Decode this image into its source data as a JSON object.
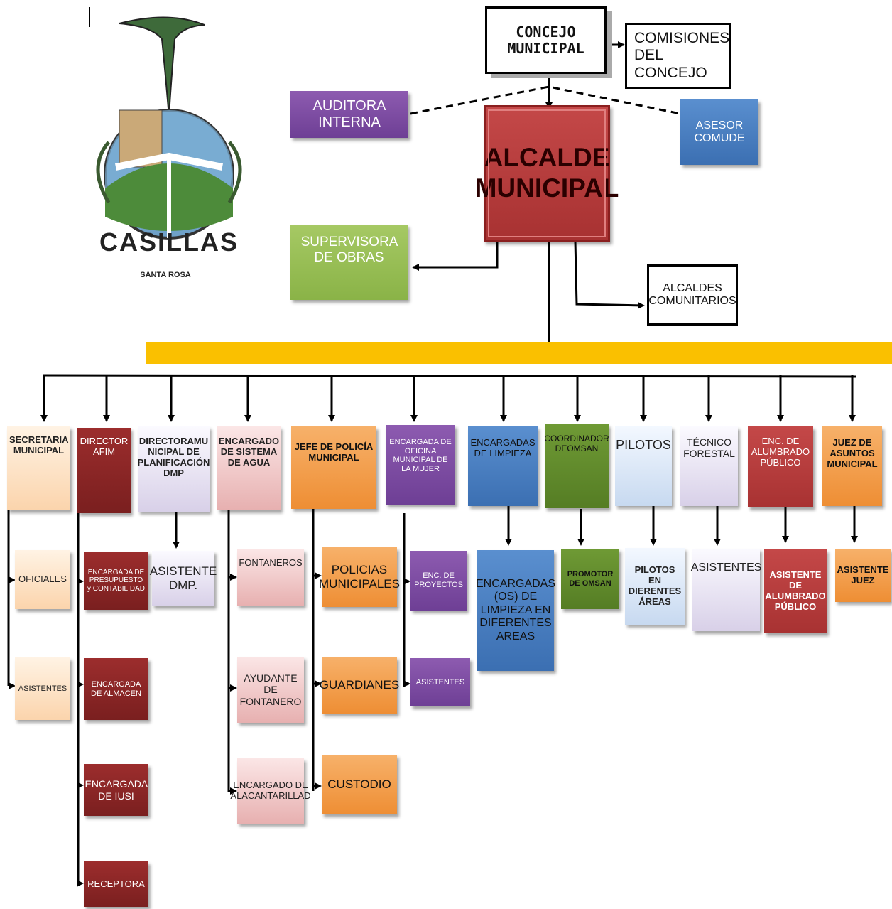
{
  "logo": {
    "name": "CASILLAS",
    "subtitle": "SANTA ROSA"
  },
  "top": {
    "concejo": "CONCEJO MUNICIPAL",
    "comisiones": "COMISIONES DEL CONCEJO",
    "auditora": "AUDITORA INTERNA",
    "asesor": "ASESOR COMUDE",
    "alcalde": "ALCALDE MUNICIPAL",
    "supervisora": "SUPERVISORA DE OBRAS",
    "alcaldes_comunitarios": "ALCALDES COMUNITARIOS"
  },
  "departments": {
    "secretaria": "SECRETARIA MUNICIPAL",
    "afim": "DIRECTOR AFIM",
    "dmp": "DIRECTORAMU NICIPAL DE PLANIFICACIÓN DMP",
    "agua": "ENCARGADO DE SISTEMA DE AGUA",
    "policia": "JEFE DE POLICÍA MUNICIPAL",
    "mujer": "ENCARGADA DE OFICINA MUNICIPAL DE LA MUJER",
    "limpieza": "ENCARGADAS DE LIMPIEZA",
    "omsan": "COORDINADOR DEOMSAN",
    "pilotos": "PILOTOS",
    "forestal": "TÉCNICO FORESTAL",
    "alumbrado": "ENC. DE ALUMBRADO PÚBLICO",
    "juez": "JUEZ DE ASUNTOS MUNICIPAL"
  },
  "subunits": {
    "oficiales": "OFICIALES",
    "asistentes_sec": "ASISTENTES",
    "presupuesto": "ENCARGADA DE PRESUPUESTO y CONTABILIDAD",
    "almacen": "ENCARGADA DE ALMACEN",
    "iusi": "ENCARGADA DE IUSI",
    "receptora": "RECEPTORA",
    "asistente_dmp": "ASISTENTE DMP.",
    "fontaneros": "FONTANEROS",
    "ayudante": "AYUDANTE DE FONTANERO",
    "alcantarillado": "ENCARGADO DE ALACANTARILLAD",
    "policias": "POLICIAS MUNICIPALES",
    "guardianes": "GUARDIANES",
    "custodio": "CUSTODIO",
    "enc_proyectos": "ENC. DE PROYECTOS",
    "asistentes_mujer": "ASISTENTES",
    "enc_limpieza": "ENCARGADAS (OS) DE LIMPIEZA EN DIFERENTES AREAS",
    "promotor": "PROMOTOR DE OMSAN",
    "pilotos_areas": "PILOTOS EN DIERENTES ÁREAS",
    "asistentes_forestal": "ASISTENTES",
    "asistente_alumbrado": "ASISTENTE DE ALUMBRADO PÚBLICO",
    "asistente_juez": "ASISTENTE JUEZ"
  }
}
